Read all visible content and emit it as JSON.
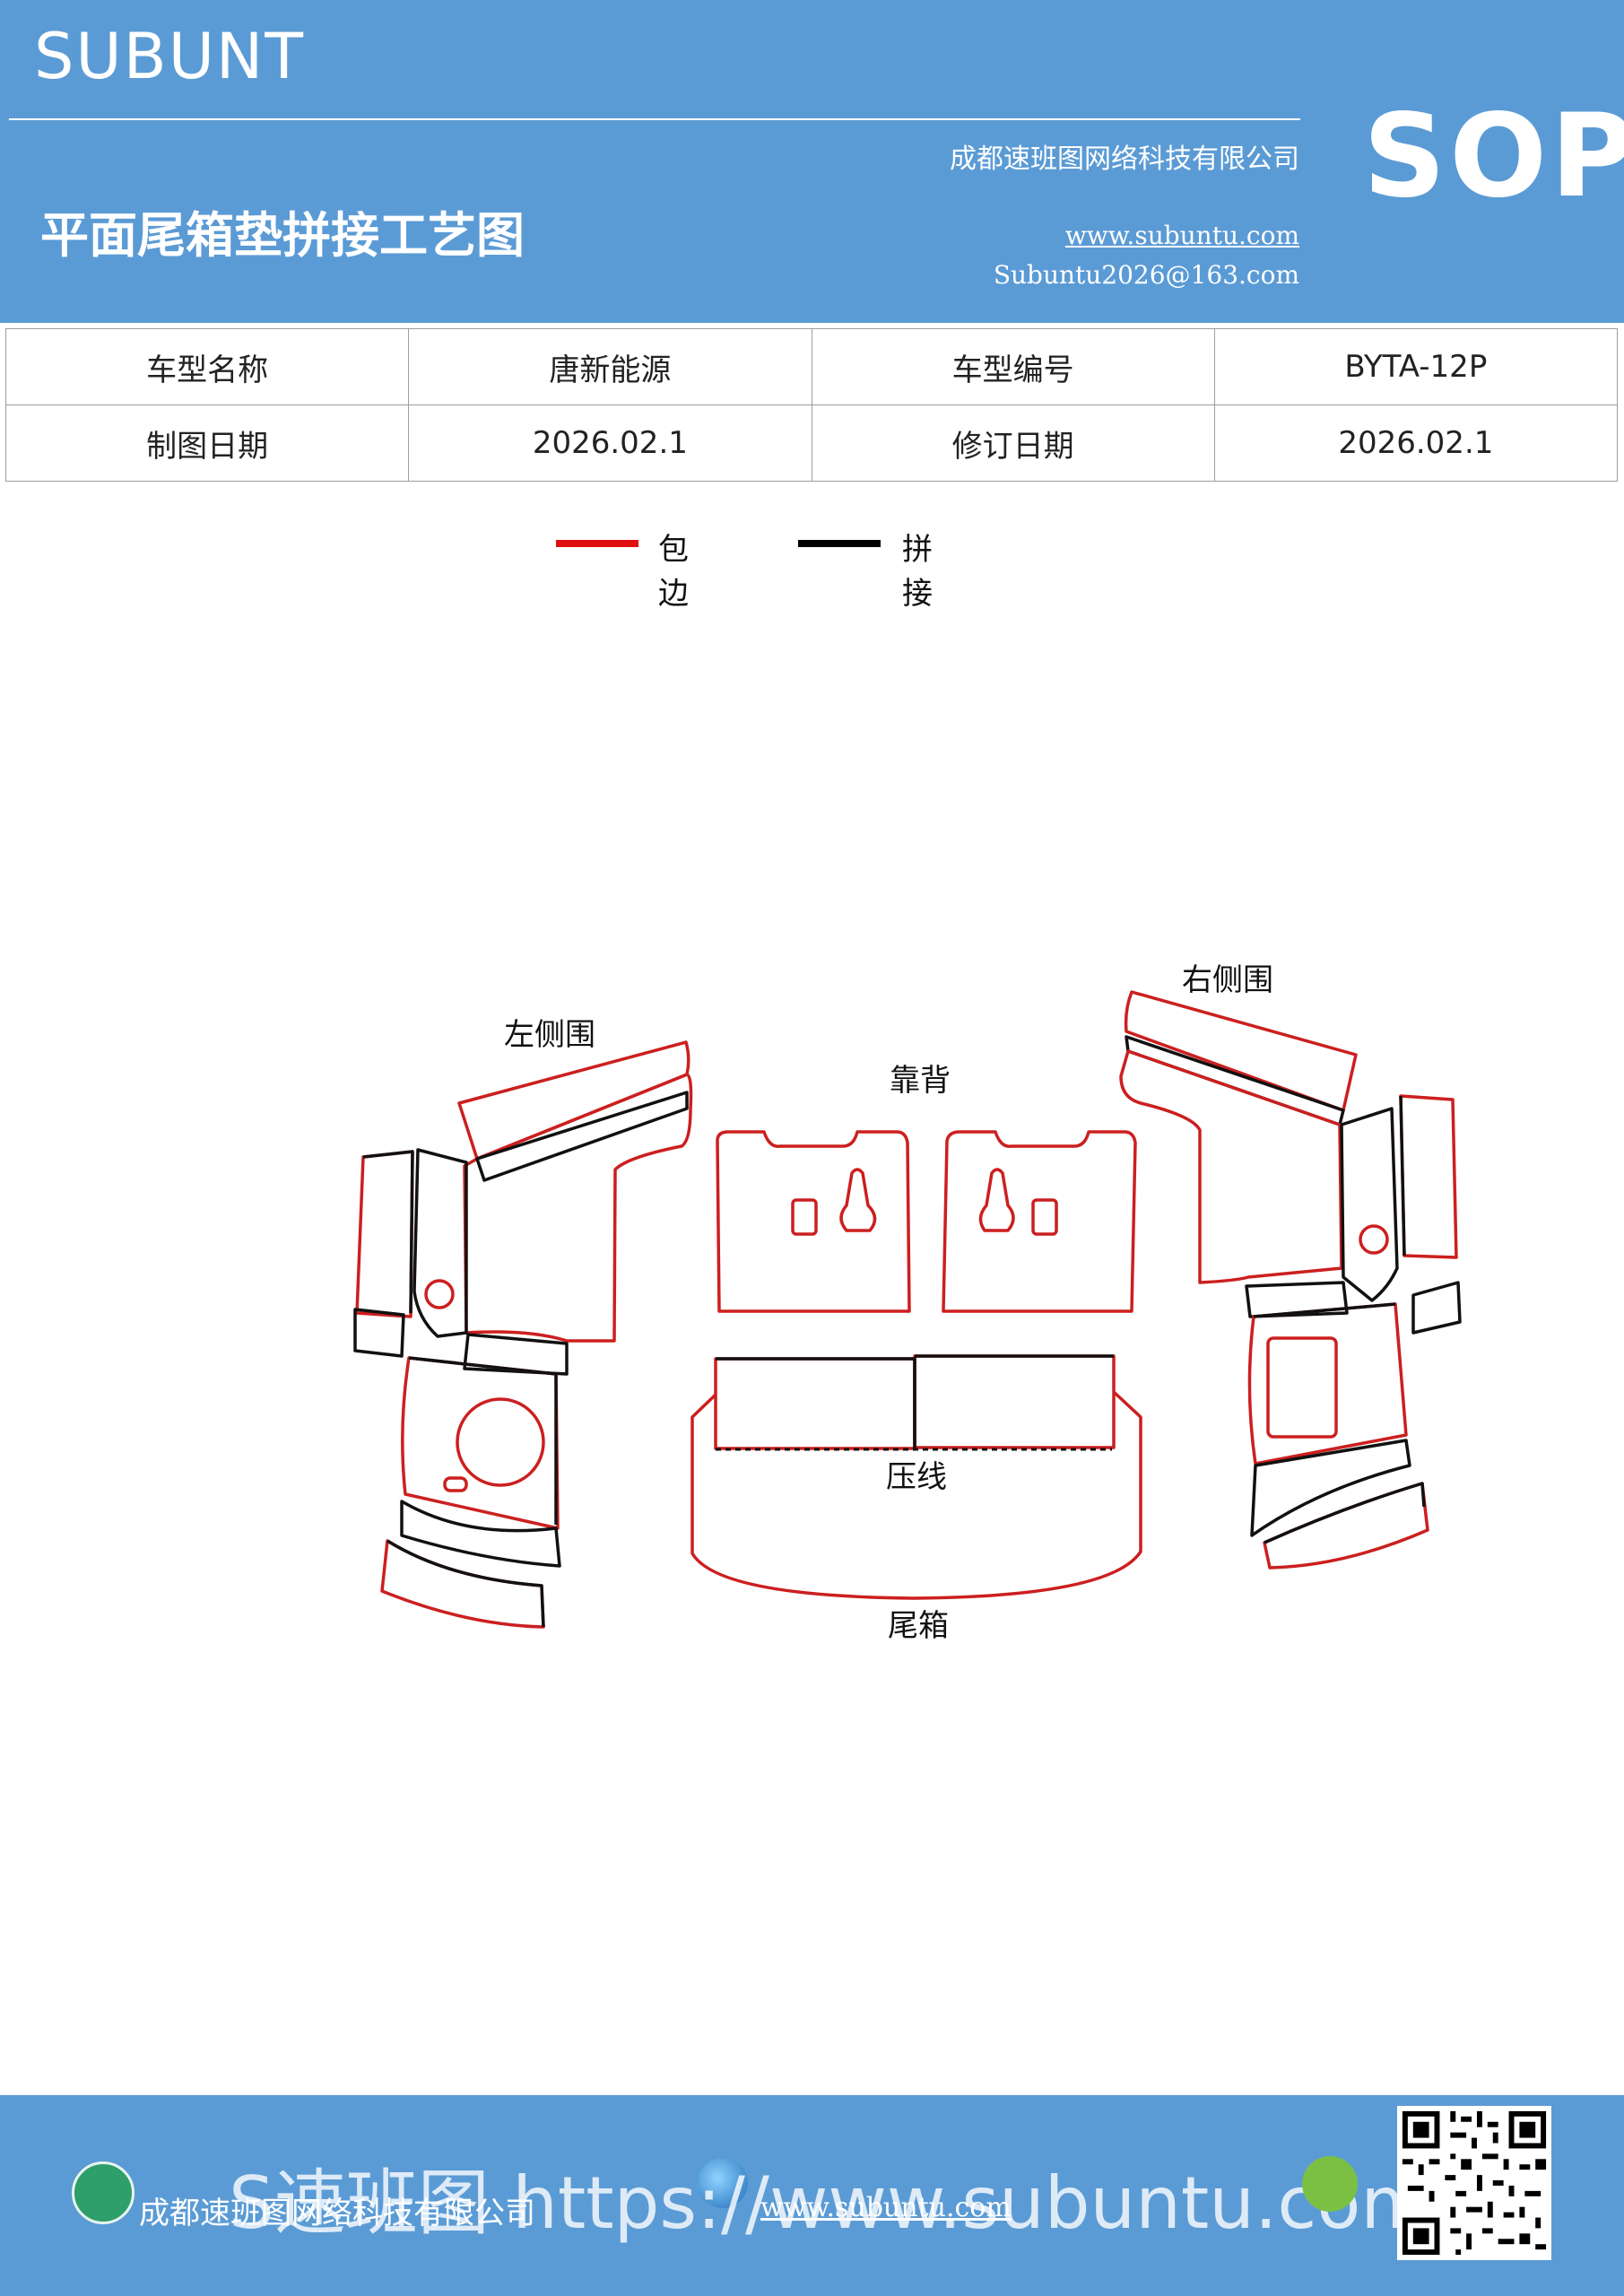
{
  "header": {
    "brand": "SUBUNT",
    "title": "平面尾箱垫拼接工艺图",
    "company": "成都速班图网络科技有限公司",
    "website": "www.subuntu.com",
    "email": "Subuntu2026@163.com",
    "sop": "SOP"
  },
  "info_table": {
    "rows": [
      [
        "车型名称",
        "唐新能源",
        "车型编号",
        "BYTA-12P"
      ],
      [
        "制图日期",
        "2026.02.1",
        "修订日期",
        "2026.02.1"
      ]
    ]
  },
  "legend": [
    {
      "label": "包边",
      "color": "#e01010"
    },
    {
      "label": "拼接",
      "color": "#000000"
    }
  ],
  "diagram": {
    "labels": {
      "left_side": "左侧围",
      "right_side": "右侧围",
      "backrest": "靠背",
      "crease": "压线",
      "trunk": "尾箱"
    },
    "colors": {
      "edge": "#cc1f1f",
      "seam": "#111111"
    }
  },
  "footer": {
    "company": "成都速班图网络科技有限公司",
    "website": "www.subuntu.com",
    "overlay": "S速班图 https://www.subuntu.com"
  }
}
